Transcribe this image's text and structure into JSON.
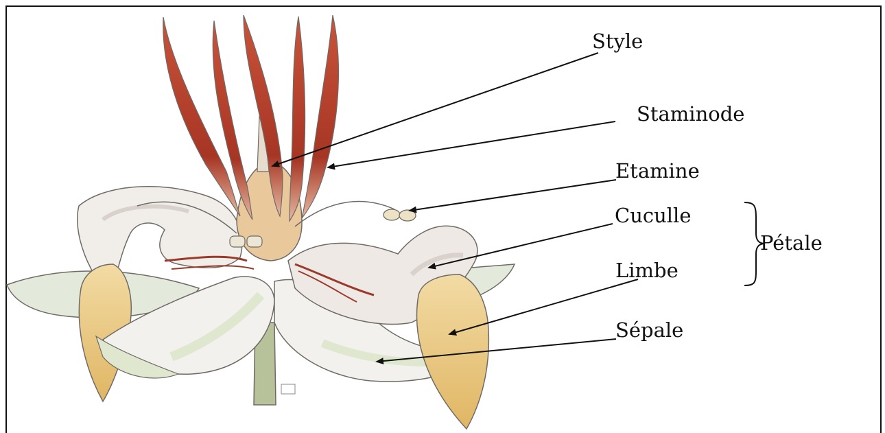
{
  "diagram": {
    "labels": {
      "style": "Style",
      "staminode": "Staminode",
      "etamine": "Etamine",
      "cuculle": "Cuculle",
      "limbe": "Limbe",
      "sepale": "Sépale",
      "petale_group": "Pétale"
    },
    "colors": {
      "style_red": "#b8432d",
      "petal_white": "#f1eeea",
      "petal_shadow": "#d9d2cc",
      "limbe_yellow": "#e8c67a",
      "sepale_green": "#dfe8cf",
      "stem_green": "#b7c29a",
      "staminode_tan": "#e9c99c",
      "outline": "#6f6a66"
    }
  }
}
